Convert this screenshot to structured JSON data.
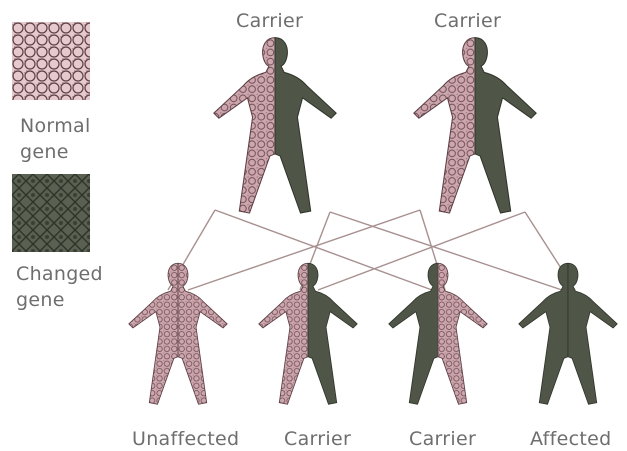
{
  "legend": {
    "normal_label_line1": "Normal",
    "normal_label_line2": "gene",
    "changed_label_line1": "Changed",
    "changed_label_line2": "gene"
  },
  "parents": [
    {
      "label": "Carrier"
    },
    {
      "label": "Carrier"
    }
  ],
  "children": [
    {
      "label": "Unaffected"
    },
    {
      "label": "Carrier"
    },
    {
      "label": "Carrier"
    },
    {
      "label": "Affected"
    }
  ],
  "colors": {
    "normal_gene_fill": "#c8a2a8",
    "normal_gene_line": "#5a3e44",
    "changed_gene_fill": "#4f5647",
    "changed_gene_line": "#2e3329",
    "connector_line": "#a89090",
    "label_text": "#6e6e6e"
  }
}
